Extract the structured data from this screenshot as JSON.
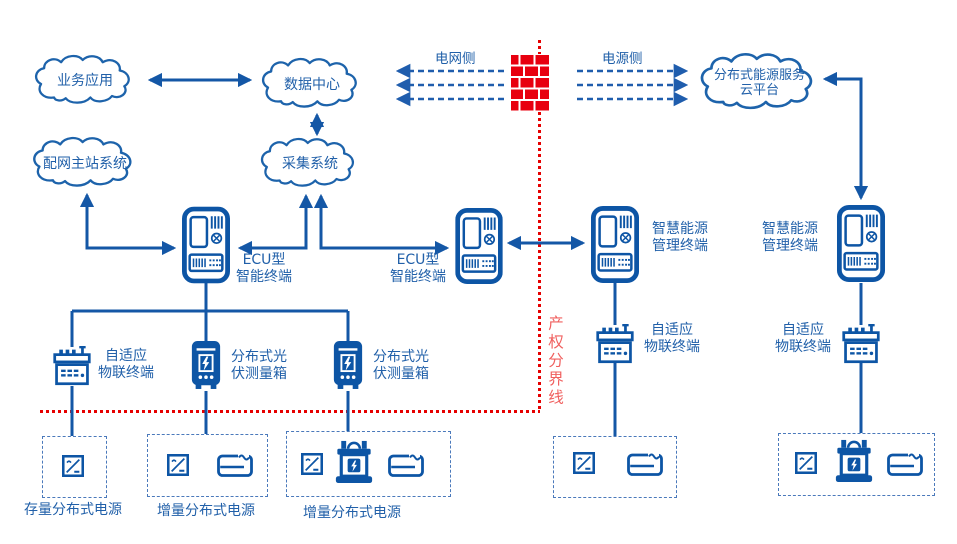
{
  "clouds": {
    "business": "业务应用",
    "datacenter": "数据中心",
    "distribution": "配网主站系统",
    "collection": "采集系统",
    "platform": "分布式能源服务\n云平台"
  },
  "firewall_sides": {
    "grid": "电网侧",
    "source": "电源侧"
  },
  "boundary_label": "产权分界线",
  "terminals": {
    "ecu1": "ECU型\n智能终端",
    "ecu2": "ECU型\n智能终端",
    "smart1": "智慧能源\n管理终端",
    "smart2": "智慧能源\n管理终端"
  },
  "field_devices": {
    "iot1": "自适应\n物联终端",
    "pv1": "分布式光\n伏测量箱",
    "pv2": "分布式光\n伏测量箱",
    "iot2": "自适应\n物联终端",
    "iot3": "自适应\n物联终端"
  },
  "power_boxes": {
    "existing": "存量分布式电源",
    "incremental1": "增量分布式电源",
    "incremental2": "增量分布式电源"
  },
  "icons": {
    "cloud": "cloud-icon",
    "firewall": "firewall-brick-icon",
    "terminal": "smart-terminal-icon",
    "iot_meter": "iot-meter-icon",
    "pv_box": "pv-measure-box-icon",
    "inverter": "inverter-icon",
    "panel": "pv-panel-icon",
    "battery": "storage-battery-icon"
  },
  "colors": {
    "line_blue": "#1457a6",
    "fill_blue": "#0d55a5",
    "text_blue": "#2160a9",
    "brick_red": "#e8000f",
    "boundary_red": "#f0605f"
  }
}
